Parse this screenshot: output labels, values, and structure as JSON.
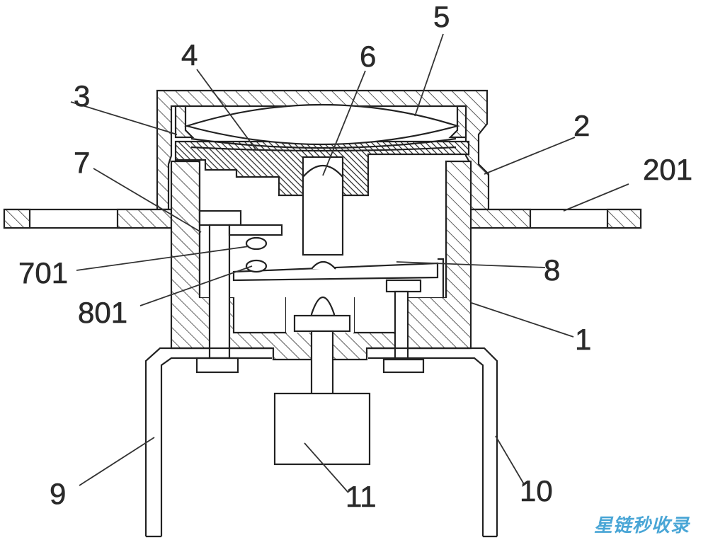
{
  "labels": {
    "l1": "1",
    "l2": "2",
    "l201": "201",
    "l3": "3",
    "l4": "4",
    "l5": "5",
    "l6": "6",
    "l7": "7",
    "l701": "701",
    "l8": "8",
    "l801": "801",
    "l9": "9",
    "l10": "10",
    "l11": "11"
  },
  "watermark": "星链秒收录"
}
